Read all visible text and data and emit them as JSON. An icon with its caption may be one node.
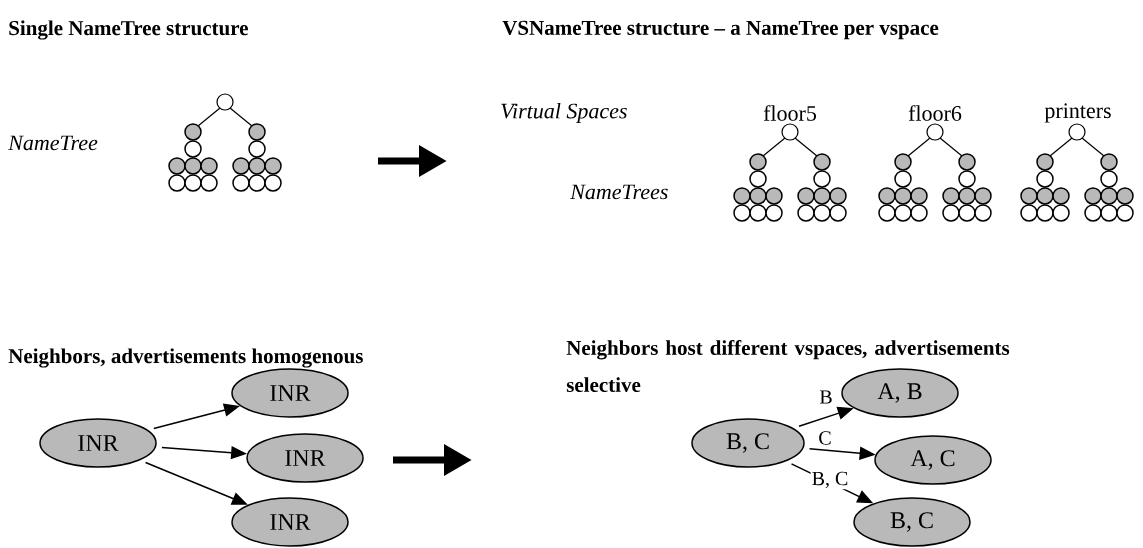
{
  "diagram": {
    "nodes": [
      {
        "text": [
          "INR"
        ]
      },
      {
        "text": [
          "INR"
        ]
      },
      {
        "text": [
          "INR"
        ]
      },
      {
        "text": [
          "INR"
        ]
      },
      {
        "text": [
          "B, C"
        ]
      },
      {
        "text": [
          "A, B"
        ]
      },
      {
        "text": [
          "A, C"
        ]
      },
      {
        "text": [
          "B, C"
        ]
      }
    ],
    "edges": [
      {
        "from": 0,
        "to": 1,
        "arrow": "to"
      },
      {
        "from": 0,
        "to": 2,
        "arrow": "to"
      },
      {
        "from": 0,
        "to": 3,
        "arrow": "to"
      },
      {
        "from": 4,
        "to": 5,
        "arrow": "to",
        "label": "B"
      },
      {
        "from": 4,
        "to": 6,
        "arrow": "to",
        "label": "C"
      },
      {
        "from": 4,
        "to": 7,
        "arrow": "to",
        "label": "B, C"
      }
    ],
    "labels": [
      "Single NameTree structure",
      "VSNameTree structure – a NameTree per vspace",
      "NameTree",
      "Virtual Spaces",
      "floor5",
      "floor6",
      "printers",
      "NameTrees",
      "Neighbors, advertisements homogenous",
      "Neighbors host different vspaces, advertisements selective"
    ]
  }
}
